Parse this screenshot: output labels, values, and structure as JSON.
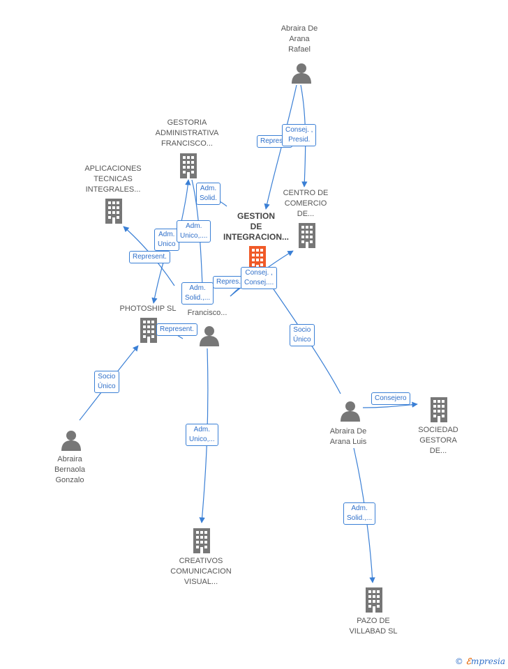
{
  "nodes": {
    "rafael": {
      "label": "Abraira De\nArana\nRafael",
      "icon": "person-icon"
    },
    "gestoria": {
      "label": "GESTORIA\nADMINISTRATIVA\nFRANCISCO...",
      "icon": "building-icon"
    },
    "aplicaciones": {
      "label": "APLICACIONES\nTECNICAS\nINTEGRALES...",
      "icon": "building-icon"
    },
    "centro": {
      "label": "CENTRO DE\nCOMERCIO\nDE...",
      "icon": "building-icon"
    },
    "gestion": {
      "label": "GESTION\nDE\nINTEGRACION...",
      "icon": "building-icon",
      "main": true
    },
    "photoship": {
      "label": "PHOTOSHIP SL",
      "icon": "building-icon"
    },
    "francisco": {
      "label": "...s\nFrancisco...",
      "icon": "person-icon"
    },
    "gonzalo": {
      "label": "Abraira\nBernaola\nGonzalo",
      "icon": "person-icon"
    },
    "luis": {
      "label": "Abraira De\nArana Luis",
      "icon": "person-icon"
    },
    "sociedad": {
      "label": "SOCIEDAD\nGESTORA\nDE...",
      "icon": "building-icon"
    },
    "creativos": {
      "label": "CREATIVOS\nCOMUNICACION\nVISUAL...",
      "icon": "building-icon"
    },
    "pazo": {
      "label": "PAZO DE\nVILLABAD  SL",
      "icon": "building-icon"
    }
  },
  "edge_labels": {
    "rafael_repres": "Repres...",
    "rafael_consej": "Consej. ,\nPresid.",
    "gestoria_adm_solid": "Adm.\nSolid.",
    "adm_unico_1": "Adm.\nUnico",
    "adm_unico_2": "Adm.\nUnico,....",
    "represent_1": "Represent.",
    "repres_2": "Repres...",
    "adm_solid_2": "Adm.\nSolid.,...",
    "consej_2": "Consej. ,\nConsej....",
    "represent_2": "Represent.",
    "socio_unico_1": "Socio\nÚnico",
    "socio_unico_2": "Socio\nÚnico",
    "consejero": "Consejero",
    "adm_unico_3": "Adm.\nUnico,...",
    "adm_solid_3": "Adm.\nSolid.,..."
  },
  "colors": {
    "edge": "#3a7fd5",
    "icon": "#777777",
    "main_icon": "#f05a28",
    "label": "#555555"
  },
  "brand": {
    "copyright": "©",
    "e": "ℰ",
    "name": "mpresia"
  }
}
